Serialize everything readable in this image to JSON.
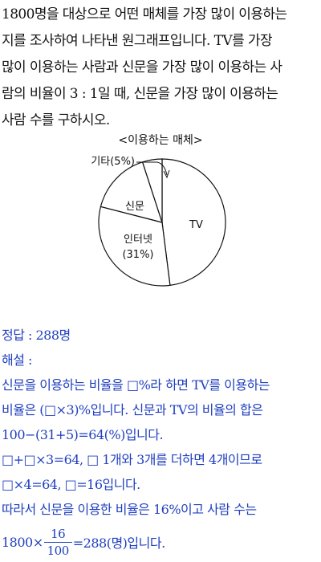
{
  "question": {
    "lines": [
      "1800명을 대상으로 어떤 매체를 가장 많이 이용하는",
      "지를 조사하여 나타낸 원그래프입니다. TV를 가장",
      "많이 이용하는 사람과 신문을 가장 많이 이용하는 사",
      "람의 비율이 3 : 1일 때, 신문을 가장 많이 이용하는",
      "사람 수를 구하시오."
    ]
  },
  "chart_data": {
    "type": "pie",
    "title": "<이용하는 매체>",
    "slices": [
      {
        "label": "TV",
        "value": 48
      },
      {
        "label": "인터넷",
        "percent_label": "(31%)",
        "value": 31
      },
      {
        "label": "신문",
        "value": 16
      },
      {
        "label": "기타(5%)",
        "value": 5
      }
    ]
  },
  "answer": {
    "line1": "정답 : 288명",
    "line2": "해설 :",
    "line3": "신문을 이용하는 비율을 □%라 하면 TV를 이용하는",
    "line4": "비율은 (□×3)%입니다. 신문과 TV의 비율의 합은",
    "line5": "100−(31+5)=64(%)입니다.",
    "line6": "□+□×3=64, □ 1개와 3개를 더하면 4개이므로",
    "line7": "□×4=64, □=16입니다.",
    "line8": "따라서 신문을 이용한 비율은 16%이고 사람 수는",
    "final_prefix": "1800×",
    "frac_num": "16",
    "frac_den": "100",
    "final_suffix": "=288(명)입니다."
  }
}
